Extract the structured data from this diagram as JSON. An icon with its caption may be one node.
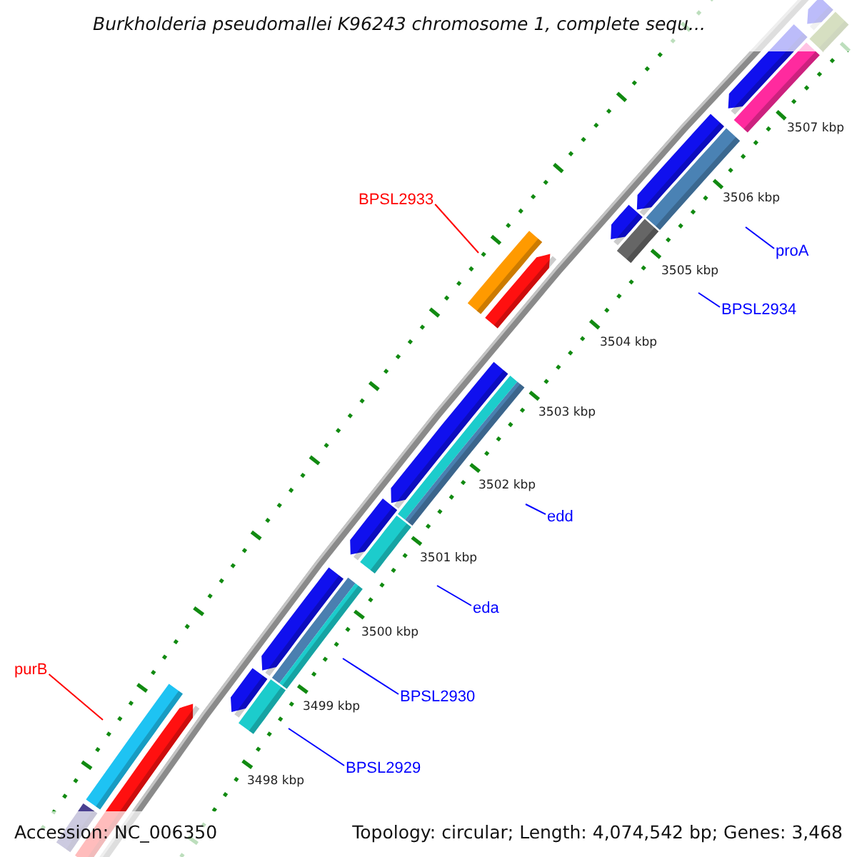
{
  "diagram": {
    "title": "Burkholderia pseudomallei K96243 chromosome 1, complete sequ...",
    "nodes": [
      {
        "text": [
          "BPSL2933"
        ]
      },
      {
        "text": [
          "proA"
        ]
      },
      {
        "text": [
          "BPSL2934"
        ]
      },
      {
        "text": [
          "edd"
        ]
      },
      {
        "text": [
          "eda"
        ]
      },
      {
        "text": [
          "purB"
        ]
      },
      {
        "text": [
          "BPSL2930"
        ]
      },
      {
        "text": [
          "BPSL2929"
        ]
      }
    ],
    "edges": [
      {
        "from": 0,
        "to": null,
        "arrow": "none",
        "color": "#ff0000"
      },
      {
        "from": 1,
        "to": null,
        "arrow": "none"
      },
      {
        "from": 2,
        "to": null,
        "arrow": "none"
      },
      {
        "from": 3,
        "to": null,
        "arrow": "none"
      },
      {
        "from": 4,
        "to": null,
        "arrow": "none"
      },
      {
        "from": 5,
        "to": null,
        "arrow": "none",
        "color": "#ff0000"
      },
      {
        "from": 6,
        "to": null,
        "arrow": "none"
      },
      {
        "from": 7,
        "to": null,
        "arrow": "none"
      }
    ],
    "labels": [
      "3507 kbp",
      "3506 kbp",
      "3505 kbp",
      "3504 kbp",
      "3503 kbp",
      "3502 kbp",
      "3501 kbp",
      "3500 kbp",
      "3499 kbp",
      "3498 kbp",
      "Accession: NC_006350",
      "Topology: circular; Length: 4,074,542 bp; Genes: 3,468"
    ]
  }
}
